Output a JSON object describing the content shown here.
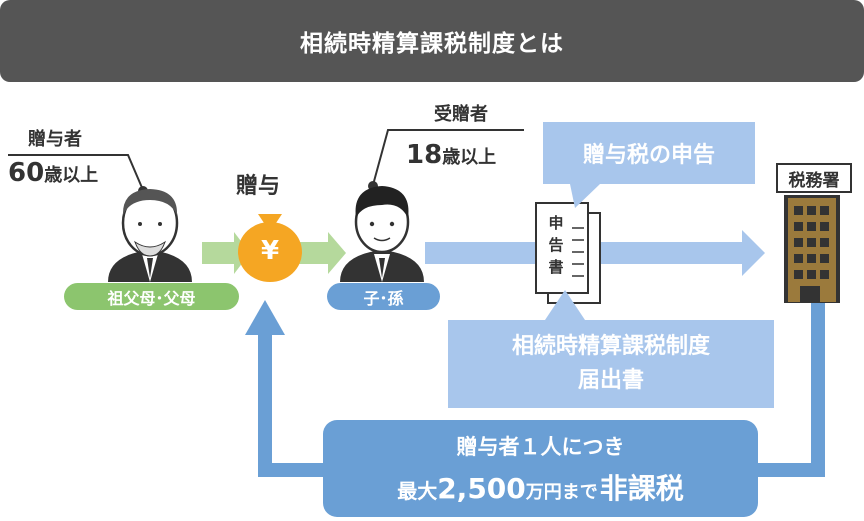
{
  "title": "相続時精算課税制度とは",
  "giver": {
    "role": "贈与者",
    "age": "60",
    "age_suffix": "歳以上",
    "label": "祖父母･父母"
  },
  "gift": {
    "label": "贈与",
    "coin_symbol": "¥"
  },
  "receiver": {
    "role": "受贈者",
    "age": "18",
    "age_suffix": "歳以上",
    "label": "子･孫"
  },
  "filing": {
    "label": "贈与税の申告",
    "document": [
      "申",
      "告",
      "書"
    ]
  },
  "tax_office": {
    "label": "税務署"
  },
  "notification": {
    "line1": "相続時精算課税制度",
    "line2": "届出書"
  },
  "summary": {
    "line1": "贈与者１人につき",
    "line2_prefix": "最大",
    "amount": "2,500",
    "unit": "万円まで",
    "emphasis": "非課税"
  },
  "colors": {
    "title_bg": "#555555",
    "green": "#8cc56e",
    "green_arrow": "#b5d99c",
    "blue_label": "#6a9fd5",
    "light_blue": "#a8c6ec",
    "coin": "#f5a623",
    "building": "#9b7a3c"
  }
}
